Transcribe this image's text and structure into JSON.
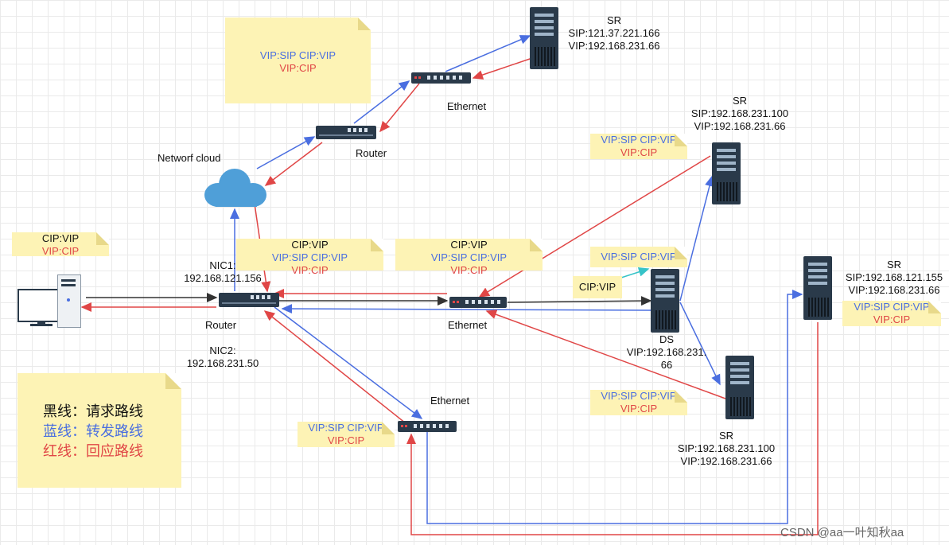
{
  "notes": {
    "top_left_note": {
      "line1": "VIP:SIP  CIP:VIP",
      "line2": "VIP:CIP"
    },
    "client_note": {
      "line1": "CIP:VIP",
      "line2": "VIP:CIP"
    },
    "router_note": {
      "line1": "CIP:VIP",
      "line2": "VIP:SIP  CIP:VIP",
      "line3": "VIP:CIP"
    },
    "ethernet_note": {
      "line1": "CIP:VIP",
      "line2": "VIP:SIP  CIP:VIP",
      "line3": "VIP:CIP"
    },
    "sr_mid_note": {
      "line1": "VIP:SIP  CIP:VIP",
      "line2": "VIP:CIP"
    },
    "ds_note": {
      "line1": "VIP:SIP  CIP:VIP"
    },
    "ds_arrow_label": "CIP:VIP",
    "sr_right_note": {
      "line1": "VIP:SIP  CIP:VIP",
      "line2": "VIP:CIP"
    },
    "sr_bottom_note": {
      "line1": "VIP:SIP  CIP:VIP",
      "line2": "VIP:CIP"
    },
    "ethernet_bottom_note": {
      "line1": "VIP:SIP  CIP:VIP",
      "line2": "VIP:CIP"
    }
  },
  "labels": {
    "sr_top": {
      "name": "SR",
      "sip": "SIP:121.37.221.166",
      "vip": "VIP:192.168.231.66"
    },
    "sr_mid": {
      "name": "SR",
      "sip": "SIP:192.168.231.100",
      "vip": "VIP:192.168.231.66"
    },
    "sr_right": {
      "name": "SR",
      "sip": "SIP:192.168.121.155",
      "vip": "VIP:192.168.231.66"
    },
    "sr_bottom": {
      "name": "SR",
      "sip": "SIP:192.168.231.100",
      "vip": "VIP:192.168.231.66"
    },
    "ds": {
      "name": "DS",
      "vip_line1": "VIP:192.168.231.",
      "vip_line2": "66"
    },
    "ethernet_top": "Ethernet",
    "ethernet_mid": "Ethernet",
    "ethernet_bottom": "Ethernet",
    "router_top": "Router",
    "router_main": "Router",
    "cloud": "Networf cloud",
    "nic1": {
      "line1": "NIC1:",
      "line2": "192.168.121.156"
    },
    "nic2": {
      "line1": "NIC2:",
      "line2": "192.168.231.50"
    }
  },
  "legend": {
    "black": "黑线：请求路线",
    "blue": "蓝线：转发路线",
    "red": "红线：回应路线"
  },
  "watermark": "CSDN @aa一叶知秋aa",
  "colors": {
    "blue": "#4a6ee0",
    "red": "#e04646",
    "black": "#333333",
    "cyan": "#36c3c8",
    "note": "#fdf3b5"
  }
}
